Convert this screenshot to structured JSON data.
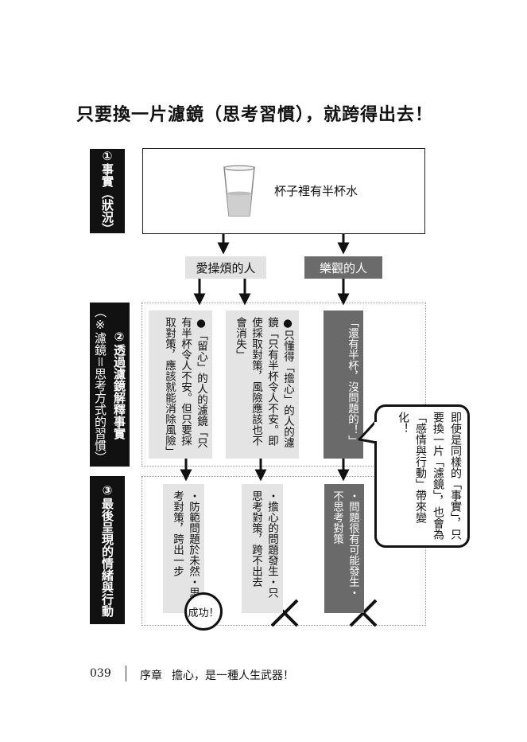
{
  "title": "只要換一片濾鏡（思考習慣），就跨得出去！",
  "rows": {
    "fact": "①事實（狀況）",
    "filter": "②透過濾鏡解釋事實",
    "filter_note": "（※濾鏡＝思考方式的習慣）",
    "result": "③最後呈現的情緒與行動"
  },
  "fact_box": {
    "text": "杯子裡有半杯水",
    "icon": "glass-half-water-icon"
  },
  "people": {
    "worrier": "愛操煩的人",
    "optimist": "樂觀的人"
  },
  "filters": {
    "worry_caution": "●「留心」的人的濾鏡「只有半杯令人不安。但只要採取對策，應該就能消除風險」",
    "worry_anxious": "●只懂得「擔心」的人的濾鏡「只有半杯令人不安。即使採取對策，風險應該也不會消失」",
    "optimist": "「還有半杯，沒問題的！」"
  },
  "results": {
    "caution": "・防範問題於未然・思考對策，跨出一步",
    "anxious": "・擔心的問題發生・只思考對策，跨不出去",
    "optimist": "・問題很有可能發生・不思考對策"
  },
  "bubble": "即使是同樣的「事實」，只要換一片「濾鏡」，也會為「感情與行動」帶來變化！",
  "success": "成功！",
  "footer": {
    "page": "039",
    "chapter": "序章",
    "section": "擔心，是一種人生武器！"
  },
  "colors": {
    "dark_label": "#111111",
    "light_card": "#e4e4e4",
    "dark_card": "#6a6a6a"
  }
}
